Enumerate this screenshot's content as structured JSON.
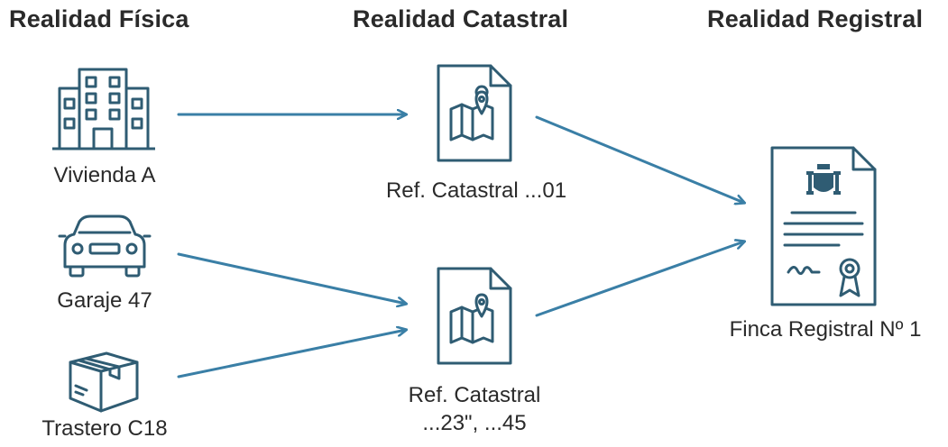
{
  "columns": {
    "physical": "Realidad Física",
    "cadastral": "Realidad Catastral",
    "registry": "Realidad Registral"
  },
  "nodes": {
    "vivienda": "Vivienda A",
    "garaje": "Garaje 47",
    "trastero": "Trastero C18",
    "ref1": "Ref. Catastral ...01",
    "ref2_line1": "Ref. Catastral",
    "ref2_line2": "...23\", ...45",
    "finca": "Finca Registral Nº 1"
  },
  "colors": {
    "icon": "#2f5c73",
    "arrow": "#3a7fa6",
    "text": "#2a2a2a"
  },
  "icons": [
    "building-icon",
    "car-icon",
    "box-icon",
    "map-document-icon",
    "registry-certificate-icon"
  ]
}
